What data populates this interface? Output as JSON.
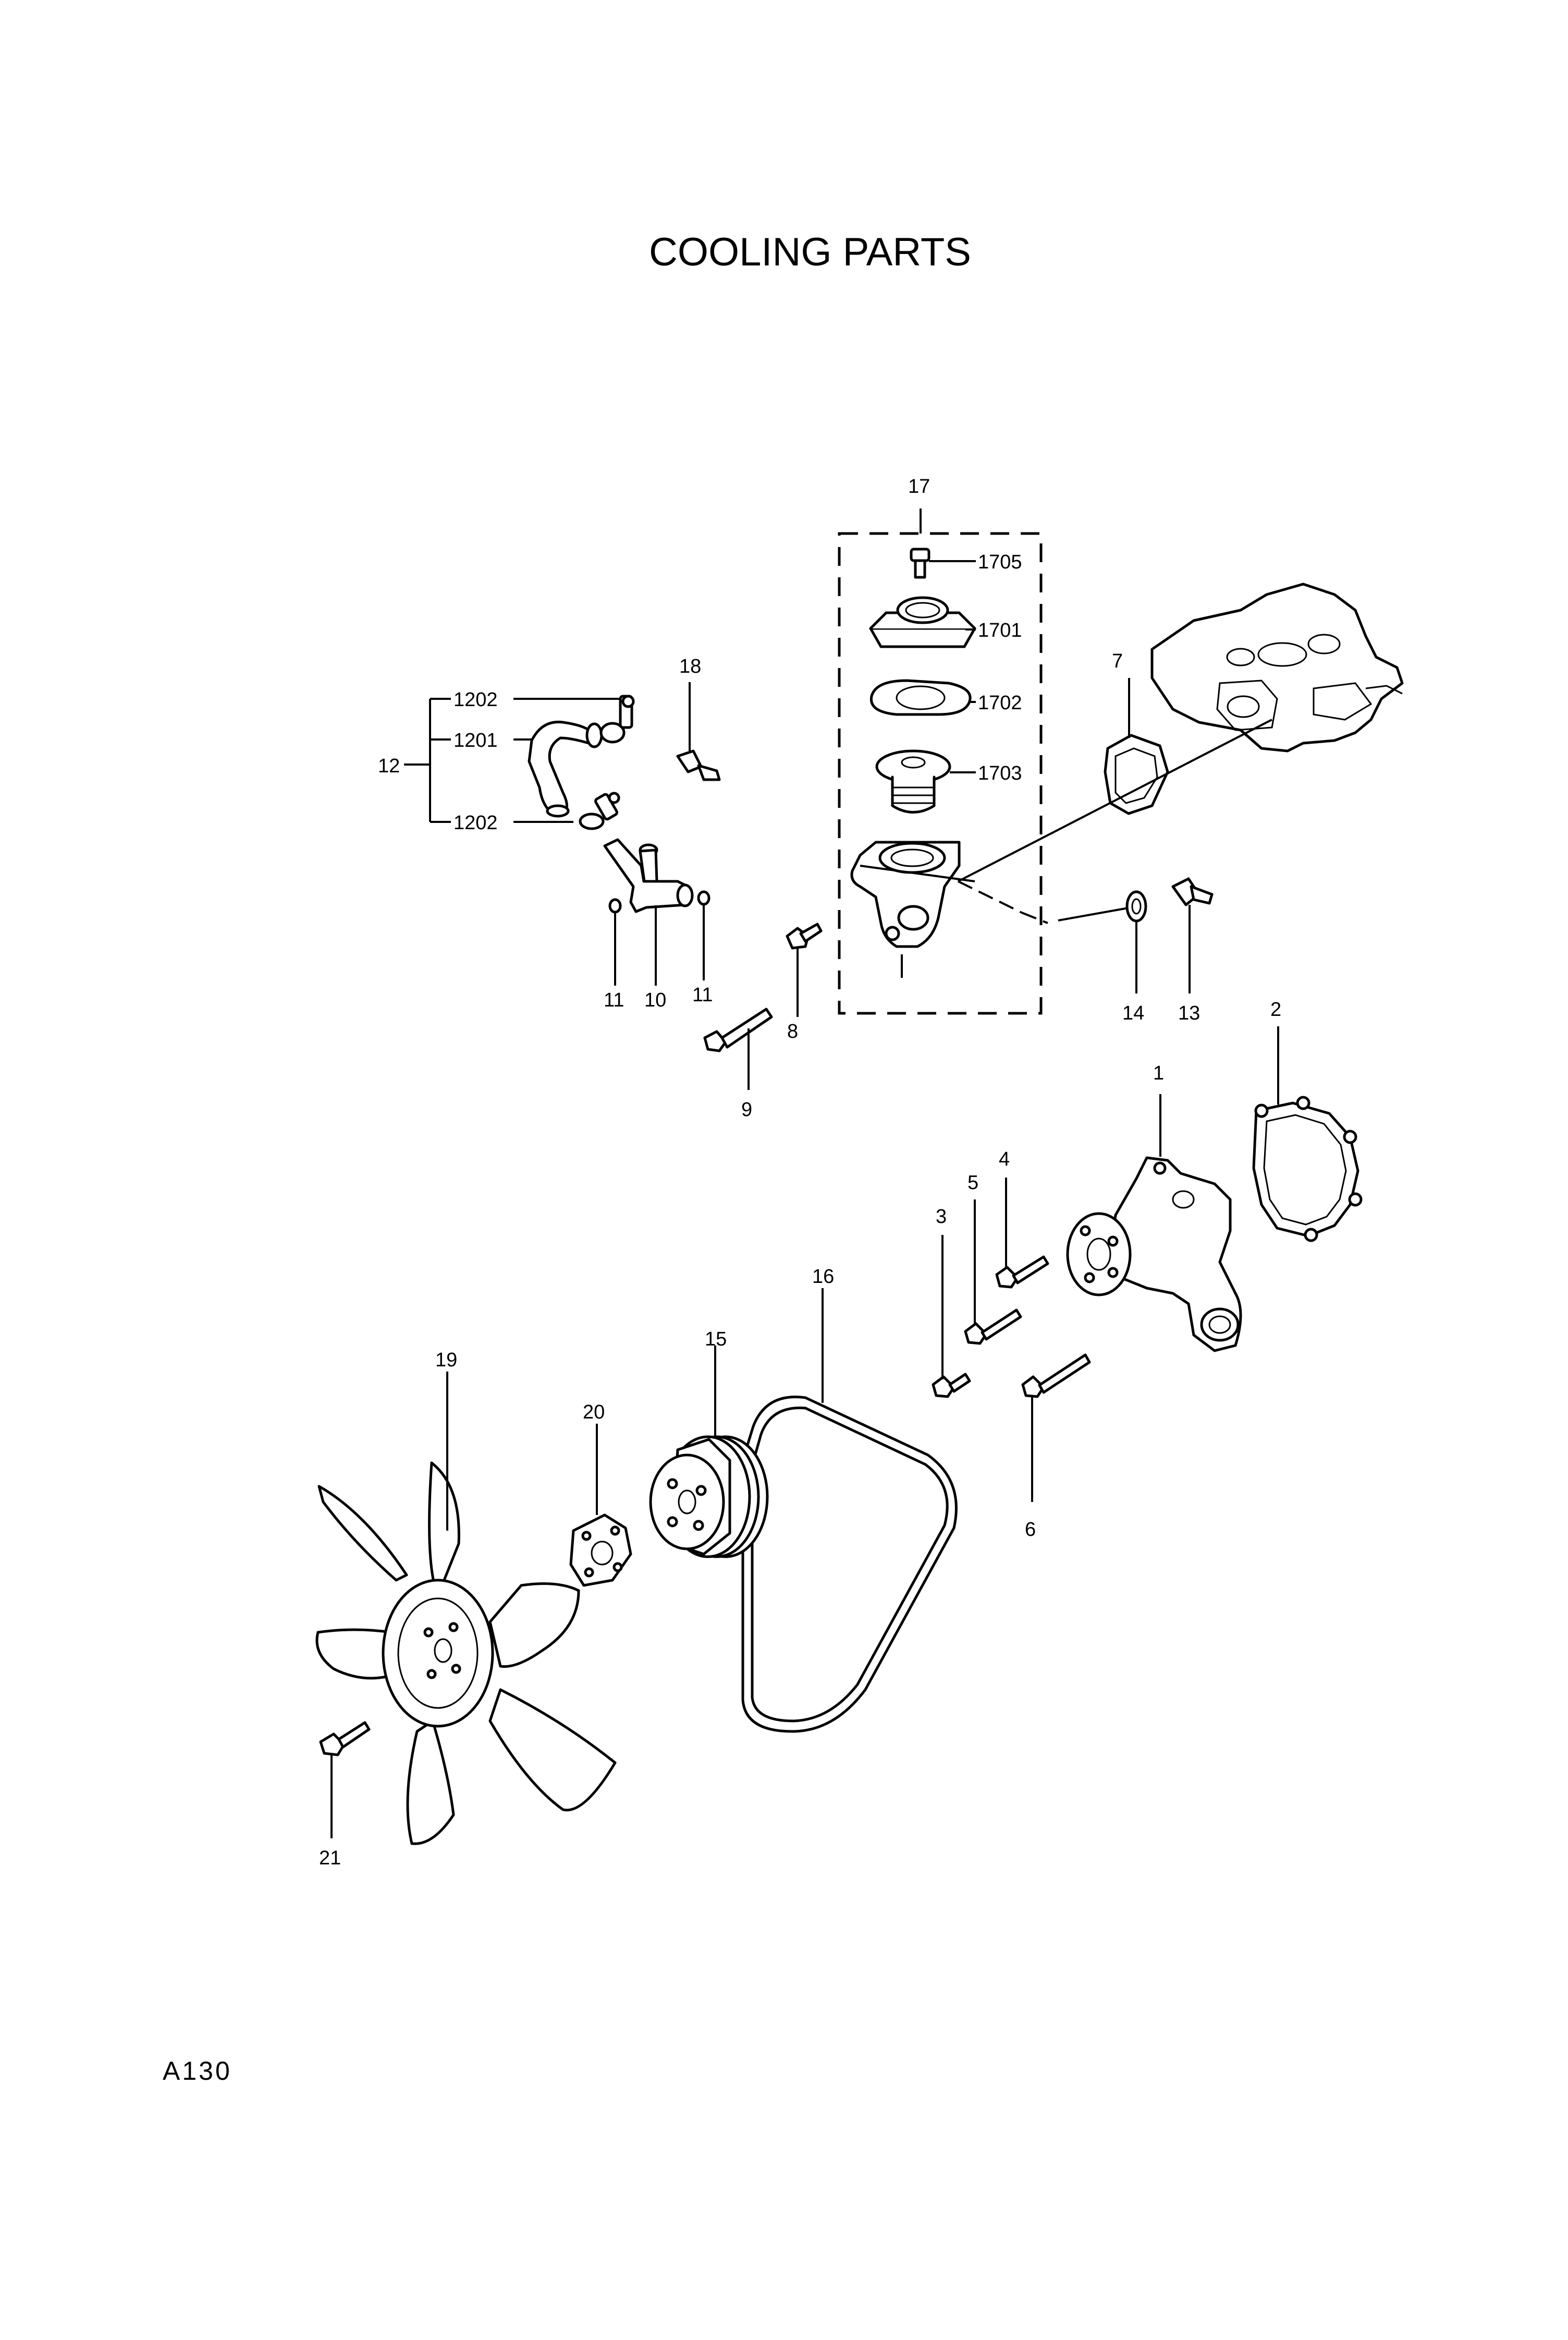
{
  "title": "COOLING PARTS",
  "page_code": "A130",
  "callouts": {
    "c1": "1",
    "c2": "2",
    "c3": "3",
    "c4": "4",
    "c5": "5",
    "c6": "6",
    "c7": "7",
    "c8": "8",
    "c9": "9",
    "c10": "10",
    "c11a": "11",
    "c11b": "11",
    "c12": "12",
    "c1201": "1201",
    "c1202a": "1202",
    "c1202b": "1202",
    "c13": "13",
    "c14": "14",
    "c15": "15",
    "c16": "16",
    "c17": "17",
    "c1701": "1701",
    "c1702": "1702",
    "c1703": "1703",
    "c1705": "1705",
    "c18": "18",
    "c19": "19",
    "c20": "20",
    "c21": "21"
  }
}
